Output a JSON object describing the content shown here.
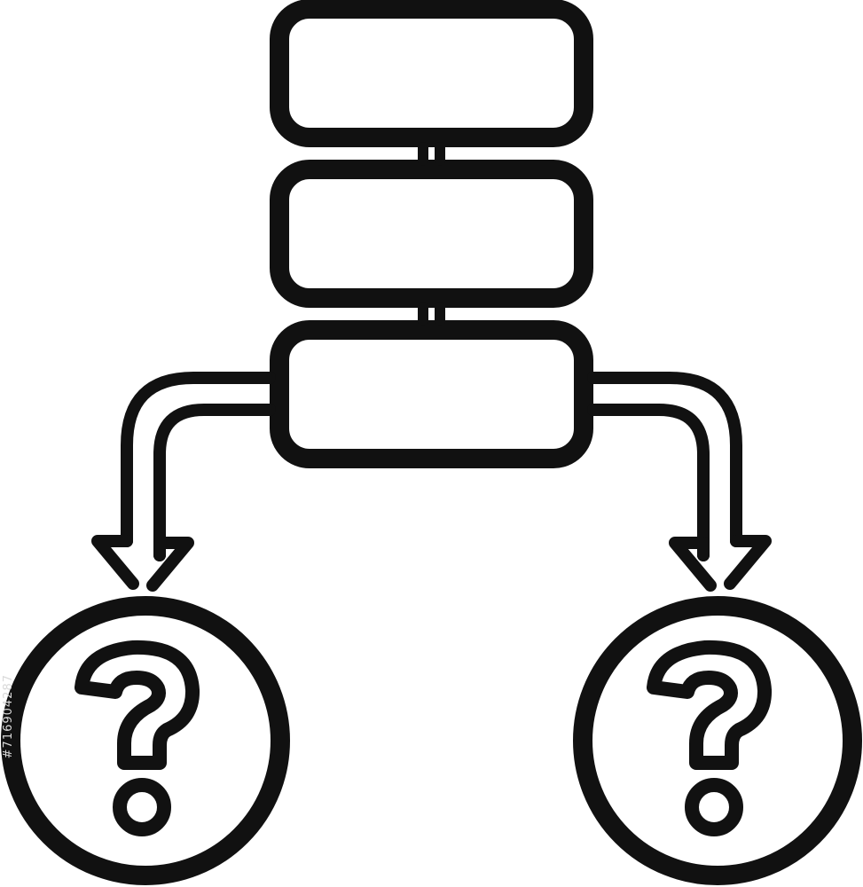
{
  "colors": {
    "stroke": "#111111",
    "background": "#ffffff",
    "watermark": "#d9d9d9"
  },
  "icon": {
    "name": "database-branching-to-unknown-icon",
    "server_stack": {
      "unit_count": 3
    },
    "branches": [
      {
        "direction": "left",
        "target_glyph": "?"
      },
      {
        "direction": "right",
        "target_glyph": "?"
      }
    ]
  },
  "watermark": {
    "stock_id": "#716904287"
  }
}
